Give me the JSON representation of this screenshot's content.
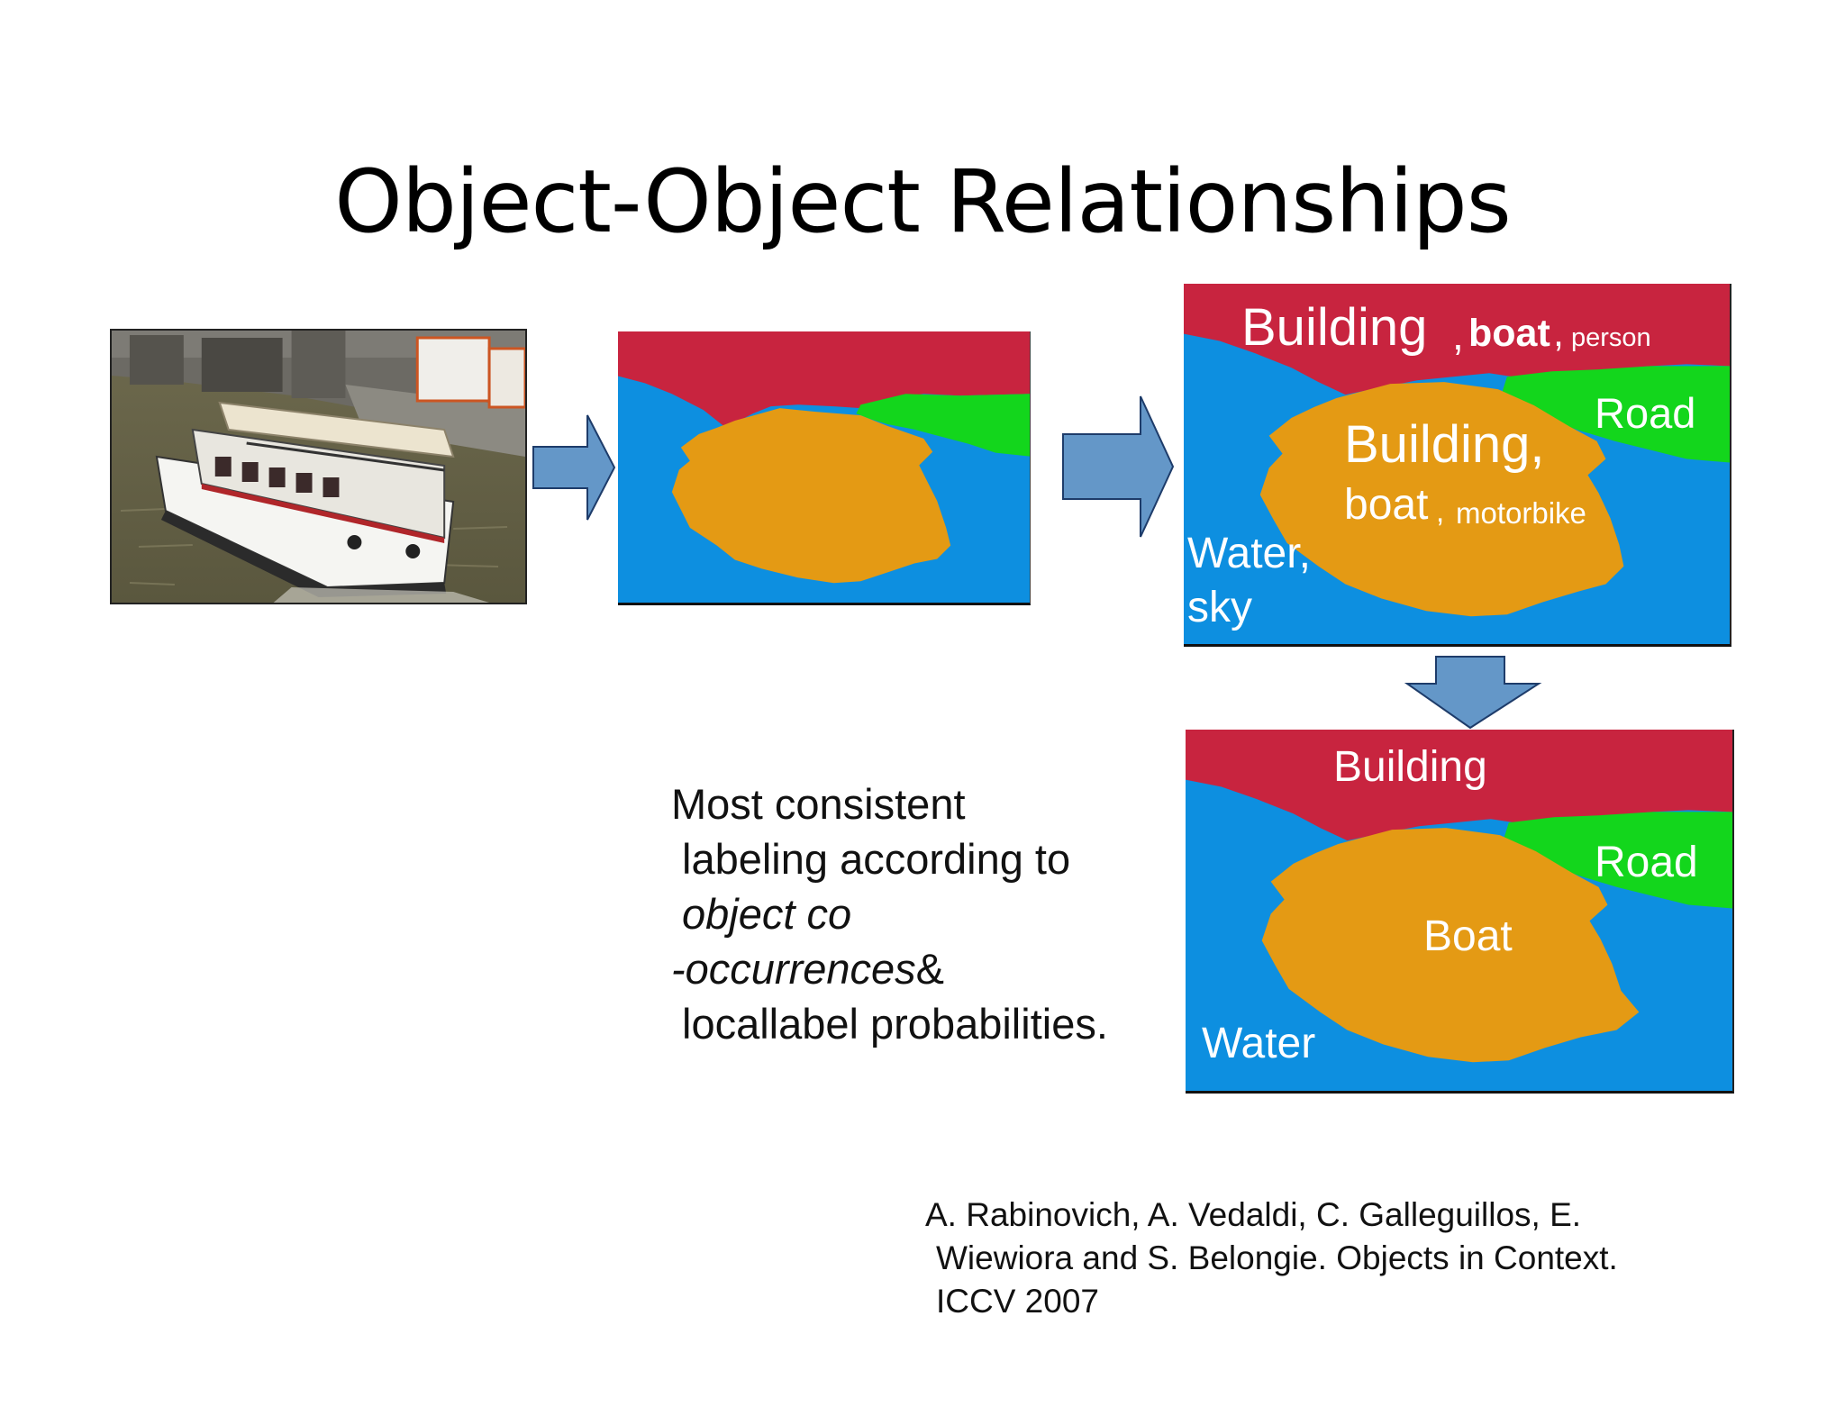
{
  "slide": {
    "title": "Object-Object Relationships"
  },
  "colors": {
    "building": "#c8243f",
    "water": "#0d8fe0",
    "boat": "#e49a14",
    "road": "#13d61c",
    "arrow_fill": "#6497c8",
    "arrow_stroke": "#1e3c6a"
  },
  "panel_candidates": {
    "top_primary": "Building",
    "top_secondary": "boat",
    "top_tertiary": "person",
    "road": "Road",
    "center_primary": "Building,",
    "center_secondary": "boat",
    "center_tertiary": "motorbike",
    "water_line1": "Water,",
    "water_line2": "sky"
  },
  "panel_final": {
    "building": "Building",
    "road": "Road",
    "boat": "Boat",
    "water": "Water"
  },
  "caption": {
    "line1": "Most consistent",
    "line2": "labeling according to",
    "line3": "object co",
    "line4_italic": "-occurrences",
    "line4_rest": "&",
    "line5": "locallabel probabilities."
  },
  "citation": {
    "line1": "A. Rabinovich, A. Vedaldi, C. Galleguillos, E.",
    "line2": "Wiewiora and S. Belongie. Objects in Context.",
    "line3": "ICCV 2007"
  }
}
